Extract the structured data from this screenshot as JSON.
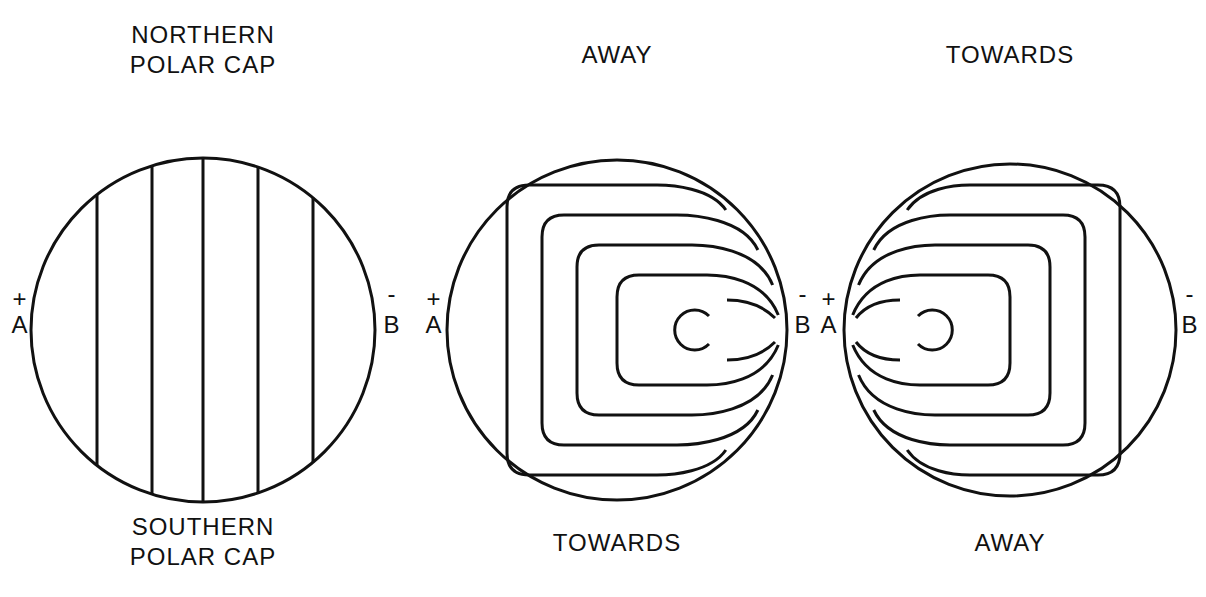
{
  "diagram": {
    "labels": [
      "NORTHERN POLAR CAP",
      "AWAY",
      "TOWARDS",
      "+",
      "A",
      "-",
      "B",
      "+",
      "A",
      "-",
      "B",
      "+",
      "A",
      "-",
      "B",
      "SOUTHERN POLAR CAP",
      "TOWARDS",
      "AWAY"
    ]
  }
}
